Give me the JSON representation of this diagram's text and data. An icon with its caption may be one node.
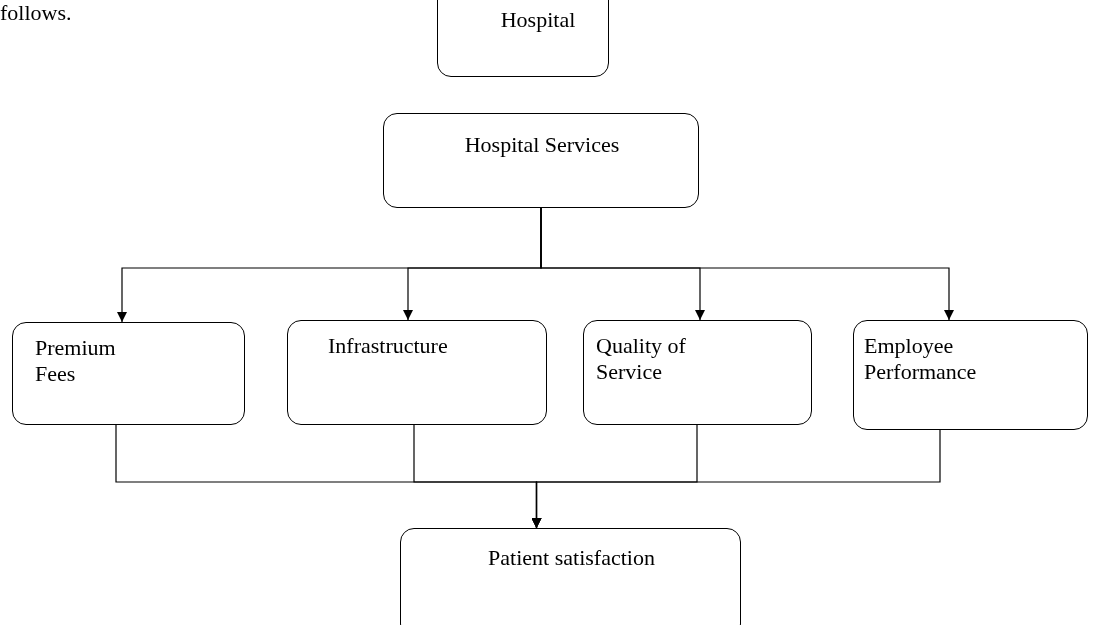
{
  "diagram": {
    "nodes": [
      {
        "text": [
          "Hospital"
        ]
      },
      {
        "text": [
          "Hospital Services"
        ]
      },
      {
        "text": [
          "Premium Fees"
        ]
      },
      {
        "text": [
          "Infrastructure"
        ]
      },
      {
        "text": [
          "Quality of Service"
        ]
      },
      {
        "text": [
          "Employee Performance"
        ]
      },
      {
        "text": [
          "Patient satisfaction"
        ]
      }
    ],
    "edges": [
      {
        "from": 1,
        "to": 2,
        "arrow": "to"
      },
      {
        "from": 1,
        "to": 3,
        "arrow": "to"
      },
      {
        "from": 1,
        "to": 4,
        "arrow": "to"
      },
      {
        "from": 1,
        "to": 5,
        "arrow": "to"
      },
      {
        "from": 2,
        "to": 6,
        "arrow": "to"
      },
      {
        "from": 3,
        "to": 6,
        "arrow": "to"
      },
      {
        "from": 4,
        "to": 6,
        "arrow": "to"
      },
      {
        "from": 5,
        "to": 6,
        "arrow": "to"
      }
    ],
    "labels": [
      "follows."
    ]
  }
}
